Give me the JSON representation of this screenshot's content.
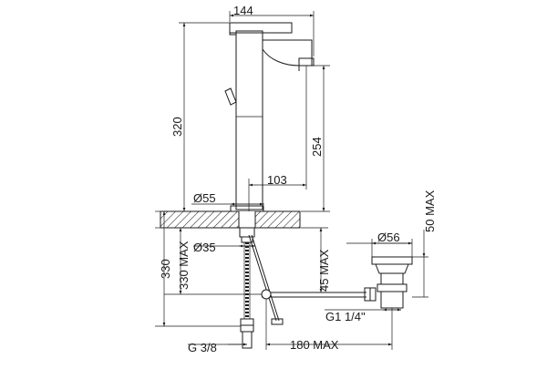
{
  "dimensions": {
    "width_144": "144",
    "height_320": "320",
    "spout_254": "254",
    "offset_103": "103",
    "base_dia_55": "Ø55",
    "hole_dia_35": "Ø35",
    "below_330": "330",
    "below_330_max": "330 MAX",
    "hose_45_max": "45 MAX",
    "waste_dia_56": "Ø56",
    "waste_50_max": "50 MAX",
    "waste_thread": "G1 1/4\"",
    "pull_rod_180_max": "180 MAX",
    "hose_thread": "G 3/8"
  },
  "colors": {
    "line": "#1a1a1a",
    "background": "#ffffff"
  }
}
